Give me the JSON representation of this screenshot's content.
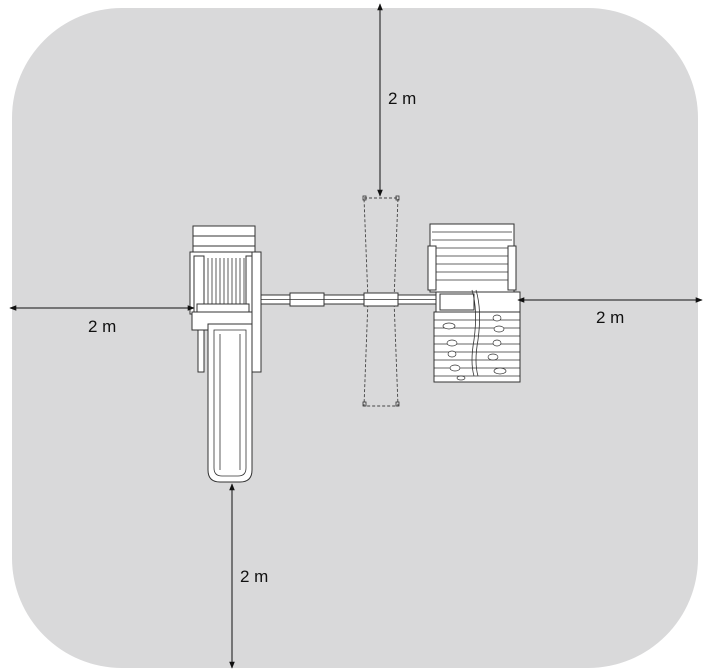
{
  "colors": {
    "safety_zone": "#d9d9da",
    "outline": "#333333",
    "equipment_fill": "#ffffff",
    "arrow": "#111111"
  },
  "dimensions": {
    "top": "2 m",
    "left": "2 m",
    "right": "2 m",
    "bottom": "2 m"
  }
}
